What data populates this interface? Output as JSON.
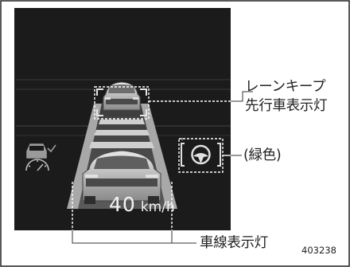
{
  "labels": {
    "lane_keep": "レーンキープ",
    "lead_vehicle_lamp": "先行車表示灯",
    "color_note": "(緑色)",
    "lane_lamp": "車線表示灯"
  },
  "display": {
    "speed_value": "40",
    "speed_unit": "km/h"
  },
  "figure_code": "403238",
  "colors": {
    "panel_bg": "#1b1b1b",
    "road_gray": "#9a9a9a",
    "lane_line": "#bdbdbd",
    "leader_line": "#ffffff",
    "callout_line": "#333333",
    "text": "#222222"
  },
  "icons": [
    "vehicle-speed-icon",
    "steering-wheel-icon",
    "lead-vehicle-icon",
    "own-vehicle-icon"
  ]
}
